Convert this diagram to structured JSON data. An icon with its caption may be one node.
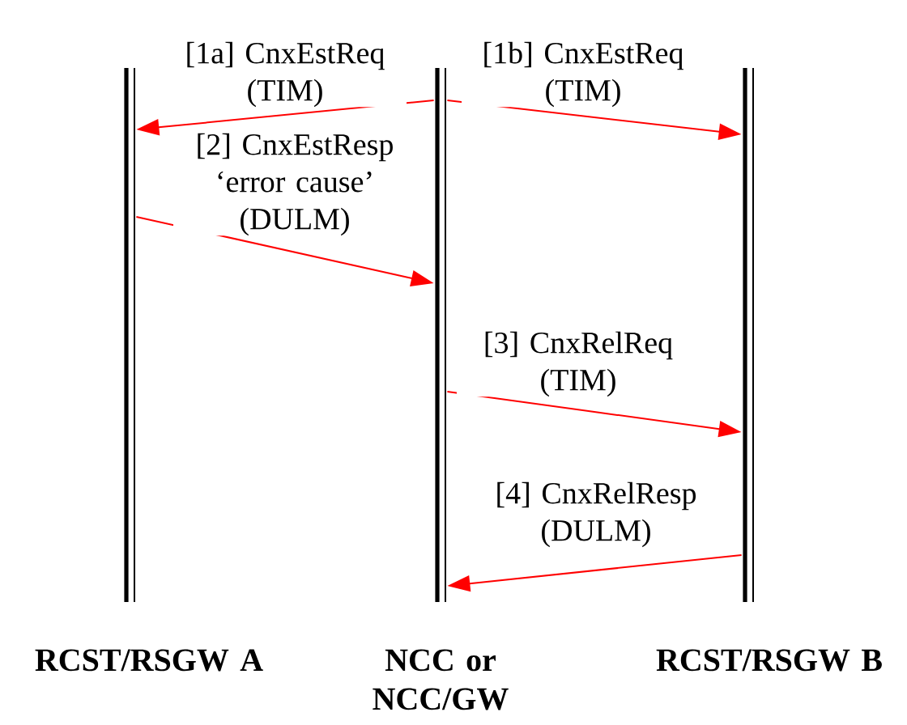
{
  "diagram": {
    "nodes": [
      {
        "text": [
          "RCST/RSGW A"
        ]
      },
      {
        "text": [
          "NCC or NCC/GW"
        ]
      },
      {
        "text": [
          "RCST/RSGW B"
        ]
      }
    ],
    "edges": [
      {
        "from": 1,
        "to": 0,
        "arrow": "to",
        "label": "[1a] CnxEstReq (TIM)"
      },
      {
        "from": 1,
        "to": 2,
        "arrow": "to",
        "label": "[1b] CnxEstReq (TIM)"
      },
      {
        "from": 0,
        "to": 1,
        "arrow": "to",
        "label": "[2] CnxEstResp ‘error cause’ (DULM)"
      },
      {
        "from": 1,
        "to": 2,
        "arrow": "to",
        "label": "[3] CnxRelReq (TIM)"
      },
      {
        "from": 2,
        "to": 1,
        "arrow": "to",
        "label": "[4] CnxRelResp (DULM)"
      }
    ]
  }
}
